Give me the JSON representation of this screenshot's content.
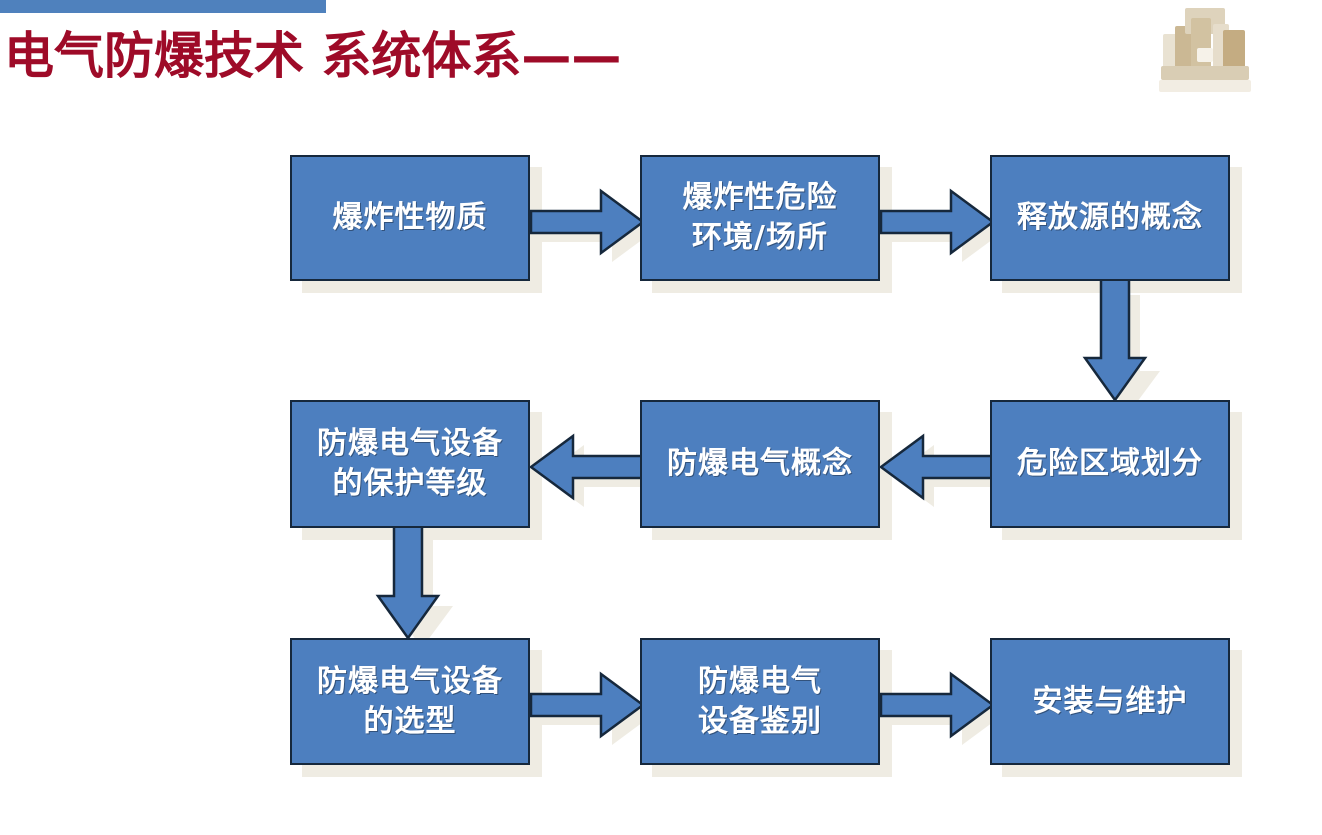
{
  "slide": {
    "title": "电气防爆技术 系统体系——",
    "title_color": "#9e0b28",
    "accent_bar_color": "#4f81bd",
    "background_color": "#ffffff",
    "logo_name": "company-logo-blurred"
  },
  "diagram": {
    "node_fill": "#4d7fbf",
    "node_border": "#16283c",
    "node_text_color": "#ffffff",
    "arrow_fill": "#4d7fbf",
    "arrow_border": "#16283c",
    "shadow_color": "#efece3",
    "nodes": [
      {
        "id": "n1",
        "label": "爆炸性物质",
        "row": 1,
        "col": 1
      },
      {
        "id": "n2",
        "label": "爆炸性危险\n环境/场所",
        "row": 1,
        "col": 2
      },
      {
        "id": "n3",
        "label": "释放源的概念",
        "row": 1,
        "col": 3
      },
      {
        "id": "n4",
        "label": "防爆电气设备\n的保护等级",
        "row": 2,
        "col": 1
      },
      {
        "id": "n5",
        "label": "防爆电气概念",
        "row": 2,
        "col": 2
      },
      {
        "id": "n6",
        "label": "危险区域划分",
        "row": 2,
        "col": 3
      },
      {
        "id": "n7",
        "label": "防爆电气设备\n的选型",
        "row": 3,
        "col": 1
      },
      {
        "id": "n8",
        "label": "防爆电气\n设备鉴别",
        "row": 3,
        "col": 2
      },
      {
        "id": "n9",
        "label": "安装与维护",
        "row": 3,
        "col": 3
      }
    ],
    "edges": [
      {
        "from": "n1",
        "to": "n2",
        "direction": "right"
      },
      {
        "from": "n2",
        "to": "n3",
        "direction": "right"
      },
      {
        "from": "n3",
        "to": "n6",
        "direction": "down"
      },
      {
        "from": "n6",
        "to": "n5",
        "direction": "left"
      },
      {
        "from": "n5",
        "to": "n4",
        "direction": "left"
      },
      {
        "from": "n4",
        "to": "n7",
        "direction": "down"
      },
      {
        "from": "n7",
        "to": "n8",
        "direction": "right"
      },
      {
        "from": "n8",
        "to": "n9",
        "direction": "right"
      }
    ]
  }
}
